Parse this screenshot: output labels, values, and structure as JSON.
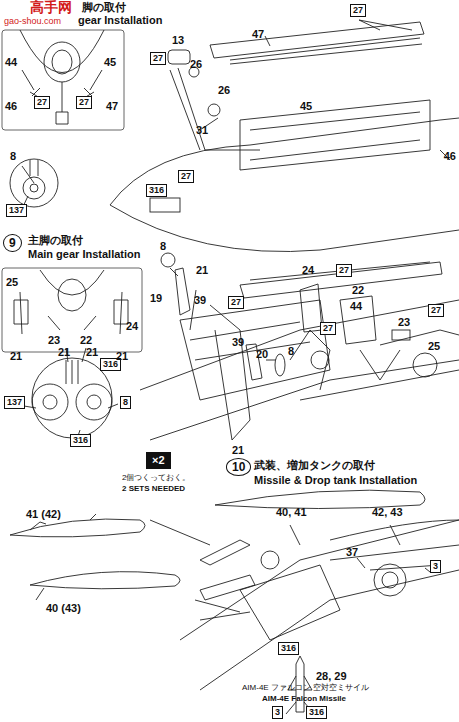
{
  "diagram": {
    "nodes": [
      {
        "text": [
          "27"
        ]
      },
      {
        "text": [
          "27"
        ]
      },
      {
        "text": [
          "27"
        ]
      },
      {
        "text": [
          "27"
        ]
      },
      {
        "text": [
          "27"
        ]
      },
      {
        "text": [
          "316"
        ]
      },
      {
        "text": [
          "137"
        ]
      },
      {
        "text": [
          "27"
        ]
      },
      {
        "text": [
          "9"
        ]
      },
      {
        "text": [
          "27"
        ]
      },
      {
        "text": [
          "27"
        ]
      },
      {
        "text": [
          "27"
        ]
      },
      {
        "text": [
          "316"
        ]
      },
      {
        "text": [
          "137"
        ]
      },
      {
        "text": [
          "8"
        ]
      },
      {
        "text": [
          "316"
        ]
      },
      {
        "text": [
          "×2"
        ]
      },
      {
        "text": [
          "10"
        ]
      },
      {
        "text": [
          "3"
        ]
      },
      {
        "text": [
          "316"
        ]
      },
      {
        "text": [
          "3"
        ]
      },
      {
        "text": [
          "316"
        ]
      }
    ],
    "labels": [
      "脚の取付",
      "gear Installation",
      "高手网",
      "gao-shou.com",
      "44",
      "45",
      "46",
      "47",
      "8",
      "47",
      "13",
      "26",
      "45",
      "26",
      "31",
      "46",
      "44",
      "主脚の取付",
      "Main gear Installation",
      "25",
      "24",
      "23",
      "22",
      "21",
      "21",
      "21",
      "21",
      "8",
      "21",
      "19",
      "39",
      "39",
      "20",
      "8",
      "21",
      "24",
      "22",
      "23",
      "25",
      "2個つくっておく。",
      "2 SETS NEEDED",
      "武装、増加タンクの取付",
      "Missile & Drop tank Installation",
      "41 (42)",
      "40, 41",
      "42, 43",
      "37",
      "40 (43)",
      "28, 29",
      "AIM-4E ファルコン 空対空ミサイル",
      "AIM-4E Falcon Missile"
    ]
  }
}
